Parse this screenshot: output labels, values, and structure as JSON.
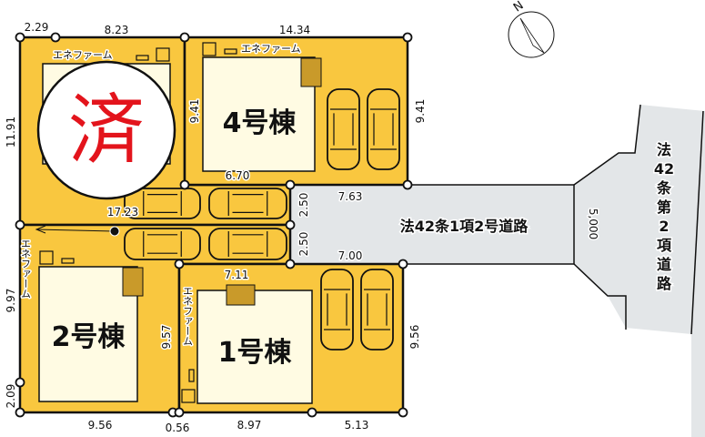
{
  "colors": {
    "lot": "#f9c73f",
    "house": "#fffbe3",
    "road": "#e3e6e8",
    "sold": "#e3141c"
  },
  "lots": [
    {
      "id": "lot-3",
      "sold_mark": "済",
      "equipment": "エネファーム"
    },
    {
      "id": "lot-4",
      "label": "4号棟",
      "equipment": "エネファーム"
    },
    {
      "id": "lot-2",
      "label": "2号棟",
      "equipment": "エネファーム"
    },
    {
      "id": "lot-1",
      "label": "1号棟",
      "equipment": "エネファーム"
    }
  ],
  "dimensions": {
    "top_a": "2.29",
    "top_b": "8.23",
    "top_c": "14.34",
    "left_upper": "11.91",
    "left_lower": "9.97",
    "left_bottom": "2.09",
    "lot4_left": "9.41",
    "lot4_right": "9.41",
    "lot4_bottom": "6.70",
    "drive_length": "17.23",
    "drive_w1": "2.50",
    "drive_w2": "2.50",
    "road_top": "7.63",
    "road_bottom": "7.00",
    "lot1_top": "7.11",
    "lot1_left": "9.57",
    "lot1_right": "9.56",
    "bottom_a": "9.56",
    "bottom_b": "0.56",
    "bottom_c": "8.97",
    "bottom_d": "5.13",
    "road_width": "5,000"
  },
  "roads": {
    "main": "法42条1項2号道路",
    "side": [
      "法",
      "42",
      "条",
      "第",
      "2",
      "項",
      "道",
      "路"
    ]
  },
  "compass": {
    "label": "N",
    "icon": "north-arrow-icon"
  }
}
